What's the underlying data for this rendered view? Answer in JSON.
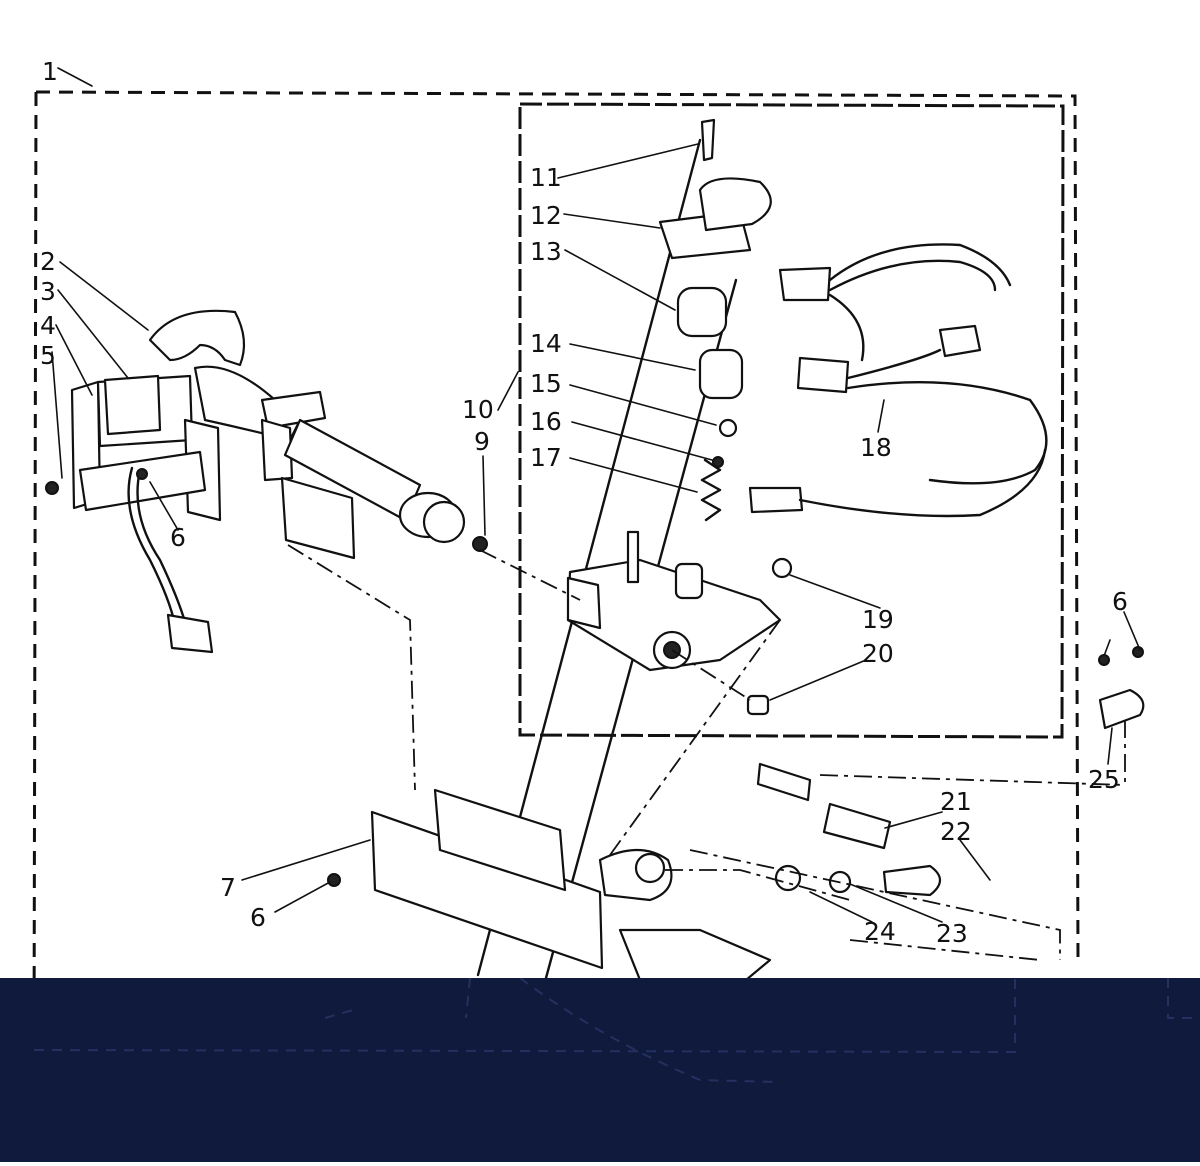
{
  "diagram": {
    "callouts": {
      "c1": "1",
      "c2": "2",
      "c3": "3",
      "c4": "4",
      "c5": "5",
      "c6a": "6",
      "c6b": "6",
      "c6c": "6",
      "c7": "7",
      "c9": "9",
      "c10": "10",
      "c11": "11",
      "c12": "12",
      "c13": "13",
      "c14": "14",
      "c15": "15",
      "c16": "16",
      "c17": "17",
      "c18": "18",
      "c19": "19",
      "c20": "20",
      "c21": "21",
      "c22": "22",
      "c23": "23",
      "c24": "24",
      "c25": "25"
    },
    "colors": {
      "ink": "#111111",
      "paper": "#ffffff",
      "overlay": "#0f1a3d"
    }
  }
}
